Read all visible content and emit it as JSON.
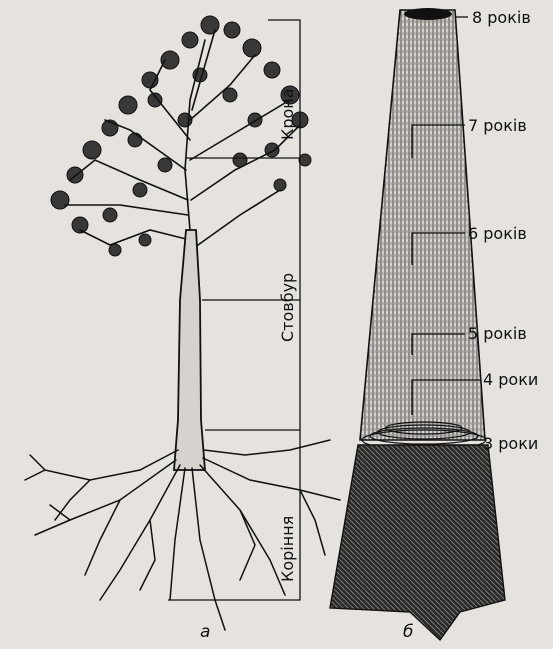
{
  "figure_a": {
    "crown_label": "Крона",
    "trunk_label": "Стовбур",
    "roots_label": "Коріння",
    "panel_label": "а"
  },
  "figure_b": {
    "ages": [
      "8 років",
      "7 років",
      "6 років",
      "5 років",
      "4 роки",
      "3 роки"
    ],
    "panel_label": "б"
  }
}
